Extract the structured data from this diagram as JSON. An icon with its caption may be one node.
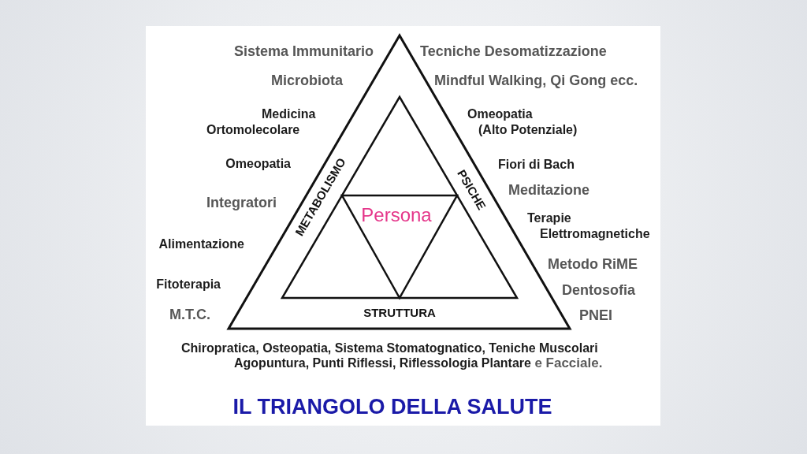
{
  "diagram": {
    "title": "IL TRIANGOLO DELLA SALUTE",
    "nodes": [
      {
        "text": [
          "METABOLISMO",
          "PSICHE",
          "STRUTTURA"
        ]
      },
      {
        "text": [],
        "shape": "triangle",
        "in": 0
      },
      {
        "text": [
          "Persona"
        ],
        "in": 1
      }
    ],
    "labels": [
      "Sistema Immunitario",
      "Tecniche Desomatizzazione",
      "Microbiota",
      "Mindful Walking, Qi Gong ecc.",
      "Medicina Ortomolecolare",
      "Omeopatia (Alto Potenziale)",
      "Omeopatia",
      "Fiori di Bach",
      "Meditazione",
      "Integratori",
      "Terapie Elettromagnetiche",
      "Alimentazione",
      "Metodo RiME",
      "Fitoterapia",
      "Dentosofia",
      "M.T.C.",
      "PNEI",
      "Chiropratica, Osteopatia, Sistema Stomatognatico, Teniche Muscolari",
      "Agopuntura, Punti Riflessi, Riflessologia Plantare **e Facciale.**"
    ]
  }
}
